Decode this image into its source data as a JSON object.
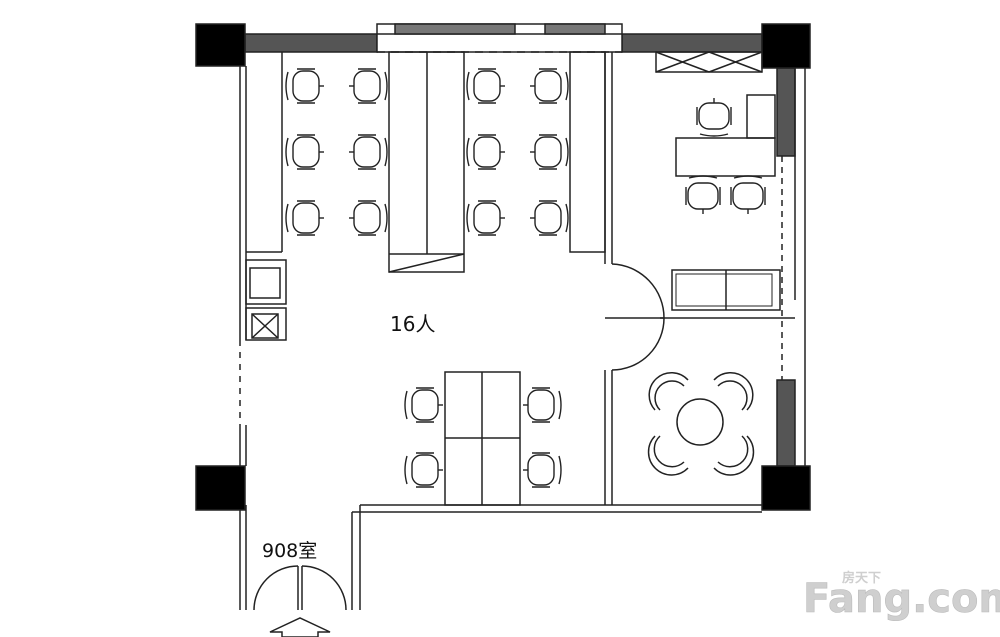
{
  "plan": {
    "capacity_label": "16人",
    "room_label": "908室"
  },
  "watermark": {
    "brand_main": "Fang.com",
    "brand_cn": "房天下"
  },
  "colors": {
    "wall_fill": "#555555",
    "column_fill": "#000000",
    "line": "#222222",
    "watermark": "#cfcfcf"
  },
  "icons": [
    "chair-icon",
    "entrance-arrow-icon",
    "door-swing-icon"
  ]
}
